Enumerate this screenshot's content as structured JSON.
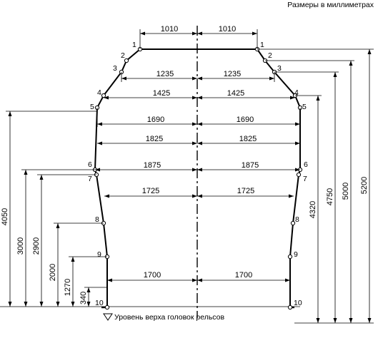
{
  "header": {
    "units_note": "Размеры в миллиметрах"
  },
  "footer": {
    "rail_level_note": "Уровень верха головок рельсов"
  },
  "points": [
    "1",
    "2",
    "3",
    "4",
    "5",
    "6",
    "7",
    "8",
    "9",
    "10"
  ],
  "horizontal_dims": {
    "d1010": "1010",
    "d1235": "1235",
    "d1425": "1425",
    "d1690": "1690",
    "d1825": "1825",
    "d1875": "1875",
    "d1725": "1725",
    "d1700": "1700"
  },
  "vertical_dims": {
    "left": [
      "4050",
      "3000",
      "2900",
      "2000",
      "1270",
      "340"
    ],
    "right": [
      "4320",
      "4750",
      "5000",
      "5200"
    ]
  }
}
